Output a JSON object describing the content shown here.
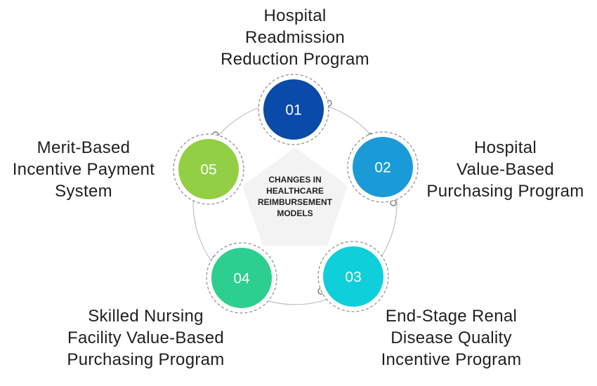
{
  "center": {
    "lines": [
      "CHANGES IN",
      "HEALTHCARE",
      "REIMBURSEMENT",
      "MODELS"
    ]
  },
  "nodes": [
    {
      "number": "01",
      "color": "#0a4aa8",
      "label_lines": [
        "Hospital",
        "Readmission",
        "Reduction Program"
      ]
    },
    {
      "number": "02",
      "color": "#1a9bd8",
      "label_lines": [
        "Hospital",
        "Value-Based",
        "Purchasing Program"
      ]
    },
    {
      "number": "03",
      "color": "#0fcfda",
      "label_lines": [
        "End-Stage Renal",
        "Disease Quality",
        "Incentive Program"
      ]
    },
    {
      "number": "04",
      "color": "#2ccf8f",
      "label_lines": [
        "Skilled Nursing",
        "Facility Value-Based",
        "Purchasing Program"
      ]
    },
    {
      "number": "05",
      "color": "#93cf45",
      "label_lines": [
        "Merit-Based",
        "Incentive Payment",
        "System"
      ]
    }
  ],
  "colors": {
    "center_fill": "#f3f3f3",
    "ring_stroke": "#b5b5b5",
    "dashed_stroke": "#8a8a8a"
  }
}
